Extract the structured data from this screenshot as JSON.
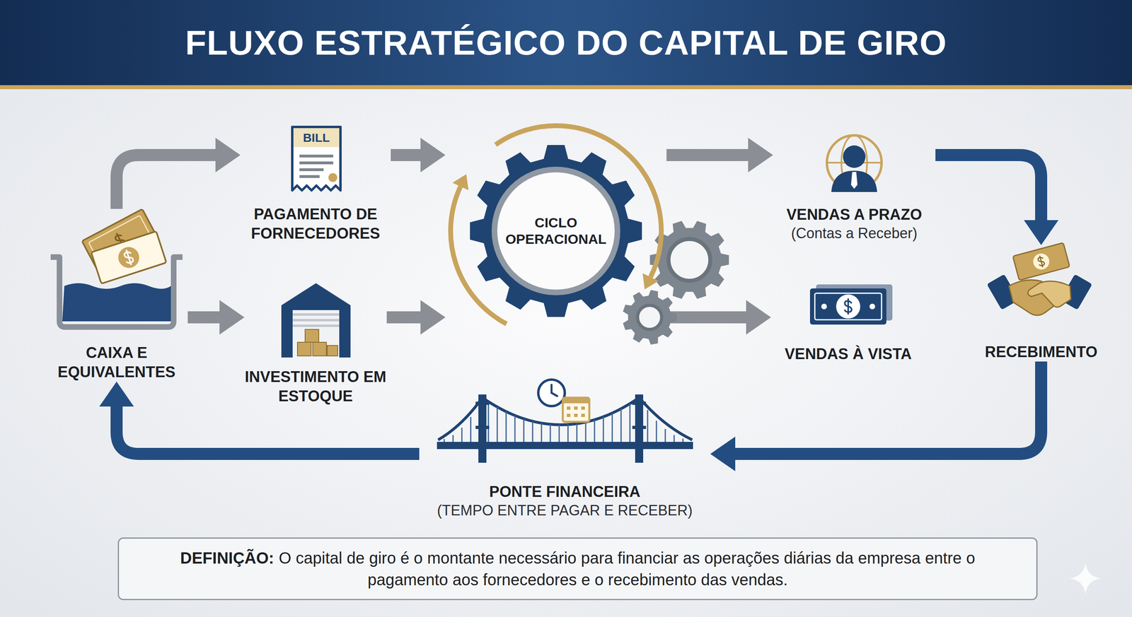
{
  "diagram": {
    "title": "FLUXO ESTRATÉGICO DO CAPITAL DE GIRO",
    "nodes": [
      {
        "text": [
          "CAIXA E EQUIVALENTES"
        ]
      },
      {
        "text": [
          "PAGAMENTO DE FORNECEDORES"
        ]
      },
      {
        "text": [
          "INVESTIMENTO EM ESTOQUE"
        ]
      },
      {
        "text": [
          "CICLO OPERACIONAL"
        ]
      },
      {
        "text": [
          "VENDAS A PRAZO",
          "(Contas a Receber)"
        ]
      },
      {
        "text": [
          "VENDAS À VISTA"
        ]
      },
      {
        "text": [
          "RECEBIMENTO"
        ]
      },
      {
        "text": [
          "PONTE FINANCEIRA",
          "(TEMPO ENTRE PAGAR E RECEBER)"
        ]
      },
      {
        "text": [
          "DEFINIÇÃO:",
          "O capital de giro é o montante necessário para financiar as operações diárias da empresa entre o pagamento aos fornecedores e o recebimento das vendas."
        ]
      }
    ],
    "edges": [
      {
        "from": 0,
        "to": 1,
        "arrow": "to"
      },
      {
        "from": 0,
        "to": 2,
        "arrow": "to"
      },
      {
        "from": 1,
        "to": 3,
        "arrow": "to"
      },
      {
        "from": 2,
        "to": 3,
        "arrow": "to"
      },
      {
        "from": 3,
        "to": 4,
        "arrow": "to"
      },
      {
        "from": 3,
        "to": 5,
        "arrow": "to"
      },
      {
        "from": 4,
        "to": 6,
        "arrow": "to"
      },
      {
        "from": 6,
        "to": 7,
        "arrow": "to"
      },
      {
        "from": 7,
        "to": 0,
        "arrow": "to"
      }
    ],
    "labels": [
      "BILL"
    ]
  }
}
